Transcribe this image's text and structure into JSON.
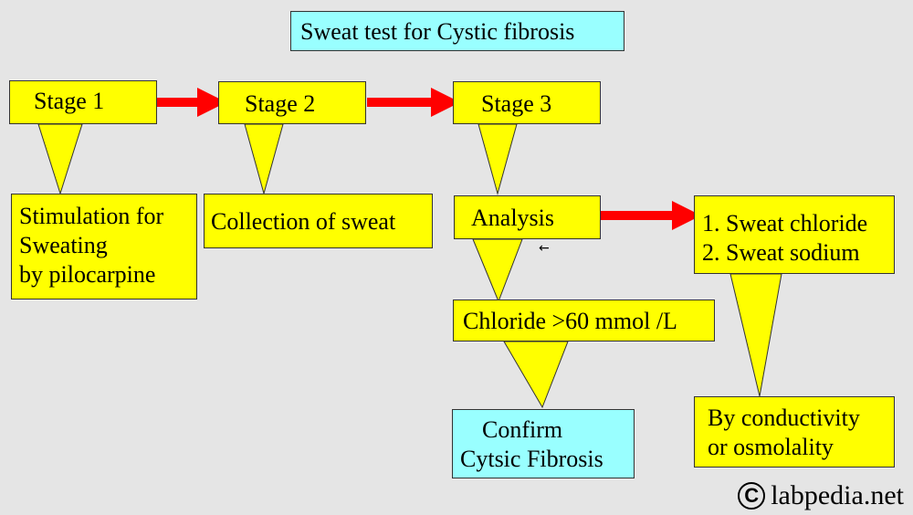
{
  "title": "Sweat test for Cystic fibrosis",
  "stages": [
    {
      "label": "Stage 1"
    },
    {
      "label": "Stage 2"
    },
    {
      "label": "Stage 3"
    }
  ],
  "steps": {
    "stimulation": [
      "Stimulation for",
      "Sweating",
      "by pilocarpine"
    ],
    "collection": [
      "Collection of sweat"
    ],
    "analysis": [
      "Analysis"
    ],
    "measures": [
      "1. Sweat chloride",
      "2. Sweat sodium"
    ],
    "threshold": [
      "Chloride >60 mmol /L"
    ],
    "method": [
      "By conductivity",
      "or osmolality"
    ],
    "confirm": [
      "Confirm",
      "Cytsic Fibrosis"
    ]
  },
  "small_arrow_glyph": "←",
  "watermark": {
    "symbol": "C",
    "text": "labpedia.net"
  },
  "colors": {
    "box_fill": "#ffff00",
    "title_fill": "#99ffff",
    "confirm_fill": "#99ffff",
    "arrow": "#ff0000",
    "background": "#e5e5e5"
  }
}
